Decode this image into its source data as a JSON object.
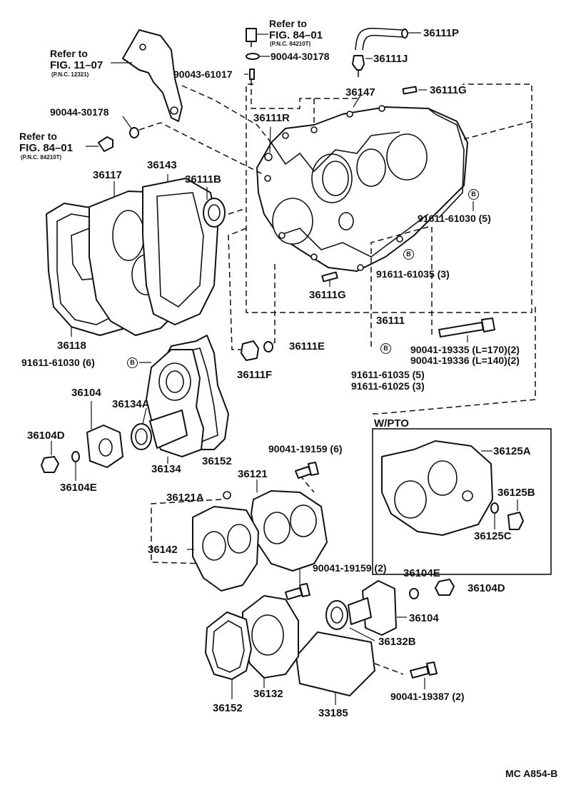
{
  "refs": {
    "fig84_top": {
      "line1": "Refer to",
      "line2": "FIG. 84–01",
      "pnc": "(P.N.C. 84210T)"
    },
    "fig11": {
      "line1": "Refer to",
      "line2": "FIG. 11–07",
      "pnc": "(P.N.C. 12321)"
    },
    "fig84_left": {
      "line1": "Refer to",
      "line2": "FIG. 84–01",
      "pnc": "(P.N.C. 84210T)"
    }
  },
  "labels": {
    "p36111P": "36111P",
    "p36111J": "36111J",
    "p90044_30178_top": "90044-30178",
    "p90043_61017": "90043-61017",
    "p36147": "36147",
    "p36111G_top": "36111G",
    "p36111R": "36111R",
    "p90044_30178_left": "90044-30178",
    "p36117": "36117",
    "p36143": "36143",
    "p36111B": "36111B",
    "p91611_61030_5": "91611-61030 (5)",
    "p91611_61035_3": "91611-61035 (3)",
    "p36111G_bottom": "36111G",
    "p36111": "36111",
    "p36118": "36118",
    "p36111E": "36111E",
    "p36111F": "36111F",
    "p91611_61030_6": "91611-61030 (6)",
    "p90041_19335": "90041-19335 (L=170)(2)",
    "p90041_19336": "90041-19336 (L=140)(2)",
    "p91611_61035_5": "91611-61035 (5)",
    "p91611_61025_3": "91611-61025 (3)",
    "p36104_left": "36104",
    "p36134A": "36134A",
    "p36104D_left": "36104D",
    "p36104E_left": "36104E",
    "p36134": "36134",
    "p36152_mid": "36152",
    "wpto": "W/PTO",
    "p36125A": "36125A",
    "p36125B": "36125B",
    "p36125C": "36125C",
    "p90041_19159_6": "90041-19159 (6)",
    "p36121": "36121",
    "p36121A": "36121A",
    "p36142": "36142",
    "p90041_19159_2": "90041-19159 (2)",
    "p36104E_right": "36104E",
    "p36104D_right": "36104D",
    "p36104_right": "36104",
    "p36132B": "36132B",
    "p90041_19387": "90041-19387 (2)",
    "p36152_bottom": "36152",
    "p36132": "36132",
    "p33185": "33185",
    "code": "MC A854-B"
  },
  "bolt_symbol": "B"
}
